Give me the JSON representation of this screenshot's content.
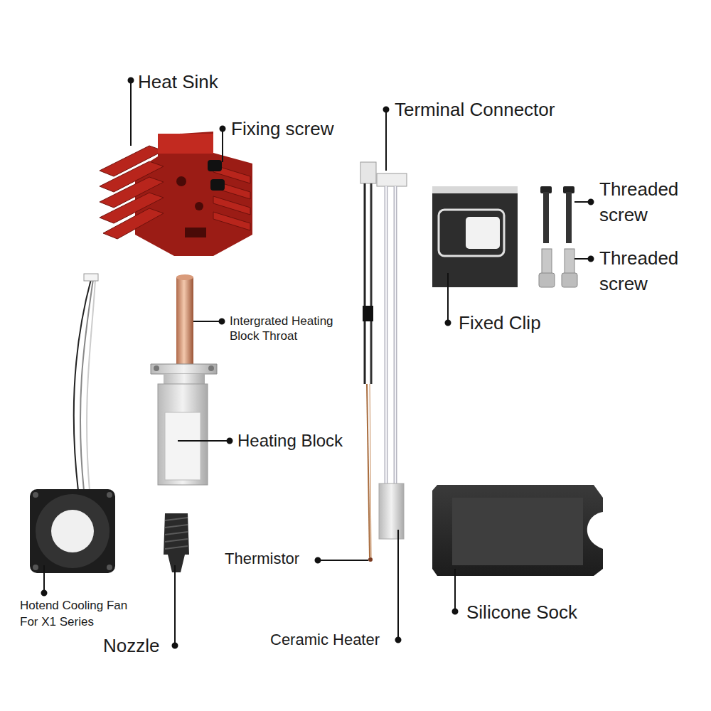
{
  "diagram": {
    "labels": [
      "Heat Sink",
      "Fixing screw",
      "Terminal Connector",
      "Threaded screw",
      "Threaded screw",
      "Fixed Clip",
      "Intergrated Heating Block Throat",
      "Heating Block",
      "Hotend Cooling Fan For X1 Series",
      "Nozzle",
      "Thermistor",
      "Ceramic Heater",
      "Silicone Sock"
    ]
  }
}
